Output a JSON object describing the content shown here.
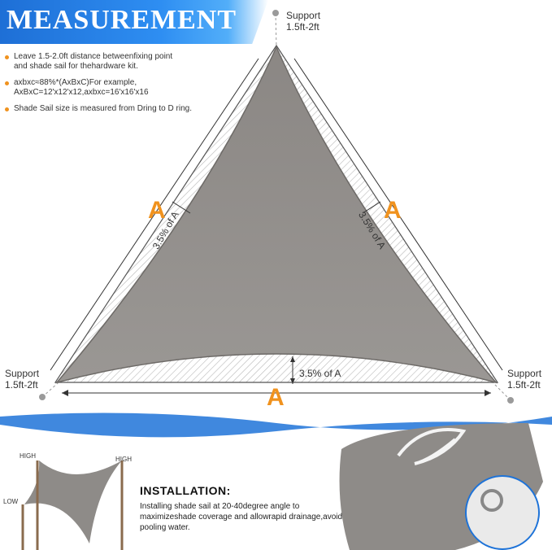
{
  "banner": {
    "title": "MEASUREMENT"
  },
  "notes": [
    {
      "text": "Leave 1.5-2.0ft distance betweenfixing point\nand shade sail for thehardware kit."
    },
    {
      "text": "axbxc≈88%*(AxBxC)For example,\nAxBxC=12'x12'x12,axbxc=16'x16'x16"
    },
    {
      "text": "Shade Sail size is measured from Dring to D ring."
    }
  ],
  "supports": {
    "top": {
      "label": "Support",
      "value": "1.5ft-2ft"
    },
    "left": {
      "label": "Support",
      "value": "1.5ft-2ft"
    },
    "right": {
      "label": "Support",
      "value": "1.5ft-2ft"
    }
  },
  "side_labels": {
    "left": "A",
    "right": "A",
    "bottom": "A"
  },
  "curve_labels": {
    "left": "3.5% of A",
    "right": "3.5% of A",
    "bottom": "3.5% of A"
  },
  "diagram": {
    "high_left": "HIGH",
    "high_right": "HIGH",
    "low": "LOW"
  },
  "installation": {
    "title": "INSTALLATION:",
    "text": "Installing shade sail at 20-40degree angle to maximizeshade coverage and allowrapid drainage,avoid pooling water."
  },
  "colors": {
    "accent": "#f0921e",
    "banner_blue": "#2e8ef2",
    "sail_gray": "#8e8b88"
  }
}
